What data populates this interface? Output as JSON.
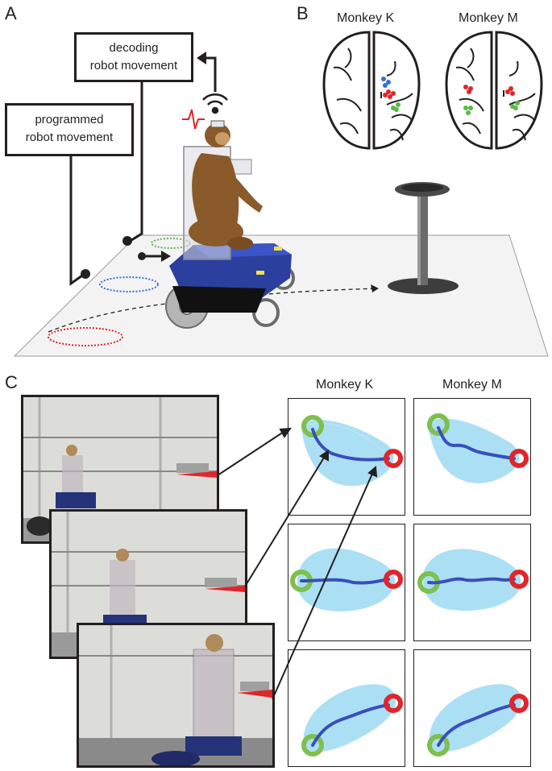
{
  "panels": {
    "a": "A",
    "b": "B",
    "c": "C"
  },
  "panel_a": {
    "decoding_box": [
      "decoding",
      "robot movement"
    ],
    "programmed_box": [
      "programmed",
      "robot movement"
    ]
  },
  "panel_b": {
    "left_title": "Monkey K",
    "right_title": "Monkey M"
  },
  "panel_c": {
    "left_title": "Monkey K",
    "right_title": "Monkey M"
  },
  "colors": {
    "robot_blue": "#2b3f9e",
    "trace_blue": "#3a4fb8",
    "cloud_blue": "#8fd4f0",
    "start_green": "#7fbf4d",
    "target_red": "#e0252b",
    "electrode_blue": "#3a6fd0",
    "electrode_red": "#e0252b",
    "electrode_green": "#5bb84a"
  }
}
